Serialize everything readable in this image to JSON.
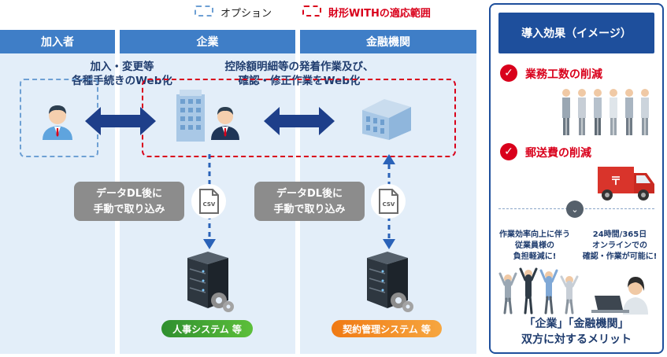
{
  "legend": {
    "option_label": "オプション",
    "scope_label": "財形WITHの適応範囲"
  },
  "columns": {
    "member": "加入者",
    "company": "企業",
    "bank": "金融機関"
  },
  "callouts": {
    "member_web": [
      "加入・変更等",
      "各種手続きのWeb化"
    ],
    "company_web": [
      "控除額明細等の発着作業及び、",
      "確認・修正作業をWeb化"
    ]
  },
  "download_notes": {
    "company": [
      "データDL後に",
      "手動で取り込み"
    ],
    "bank": [
      "データDL後に",
      "手動で取り込み"
    ]
  },
  "csv_label": "CSV",
  "systems": {
    "hr": "人事システム 等",
    "contract": "契約管理システム 等"
  },
  "panel": {
    "title": "導入効果（イメージ）",
    "effect1": "業務工数の削減",
    "effect2": "郵送費の削減",
    "note_left": [
      "作業効率向上に伴う",
      "従業員様の",
      "負担軽減に!"
    ],
    "note_right": [
      "24時間/365日",
      "オンラインでの",
      "確認・作業が可能に!"
    ],
    "bottom": [
      "「企業」「金融機関」",
      "双方に対するメリット"
    ]
  },
  "colors": {
    "header_blue": "#3f7ec7",
    "column_bg": "#e3eef9",
    "arrow_navy": "#1e3f8a",
    "scope_red": "#d9001b",
    "hr_green": "#3aa03a",
    "contract_orange": "#f08c1e",
    "panel_navy": "#1e4f9c"
  }
}
